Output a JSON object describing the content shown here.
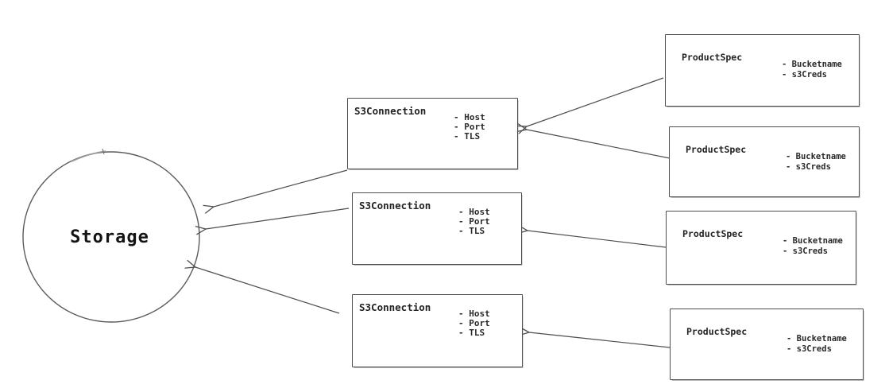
{
  "diagram": {
    "storage": {
      "label": "Storage"
    },
    "s3_connections": [
      {
        "title": "S3Connection",
        "attrs": [
          "- Host",
          "- Port",
          "- TLS"
        ]
      },
      {
        "title": "S3Connection",
        "attrs": [
          "- Host",
          "- Port",
          "- TLS"
        ]
      },
      {
        "title": "S3Connection",
        "attrs": [
          "- Host",
          "- Port",
          "- TLS"
        ]
      }
    ],
    "product_specs": [
      {
        "title": "ProductSpec",
        "attrs": [
          "- Bucketname",
          "- s3Creds"
        ]
      },
      {
        "title": "ProductSpec",
        "attrs": [
          "- Bucketname",
          "- s3Creds"
        ]
      },
      {
        "title": "ProductSpec",
        "attrs": [
          "- Bucketname",
          "- s3Creds"
        ]
      },
      {
        "title": "ProductSpec",
        "attrs": [
          "- Bucketname",
          "- s3Creds"
        ]
      }
    ],
    "relationships": [
      {
        "from": "ProductSpec 1",
        "to": "S3Connection 1"
      },
      {
        "from": "ProductSpec 2",
        "to": "S3Connection 1"
      },
      {
        "from": "ProductSpec 3",
        "to": "S3Connection 2"
      },
      {
        "from": "ProductSpec 4",
        "to": "S3Connection 3"
      },
      {
        "from": "S3Connection 1",
        "to": "Storage"
      },
      {
        "from": "S3Connection 2",
        "to": "Storage"
      },
      {
        "from": "S3Connection 3",
        "to": "Storage"
      }
    ],
    "colors": {
      "stroke": "#4e4e4e",
      "text": "#232323",
      "background": "#ffffff"
    }
  }
}
